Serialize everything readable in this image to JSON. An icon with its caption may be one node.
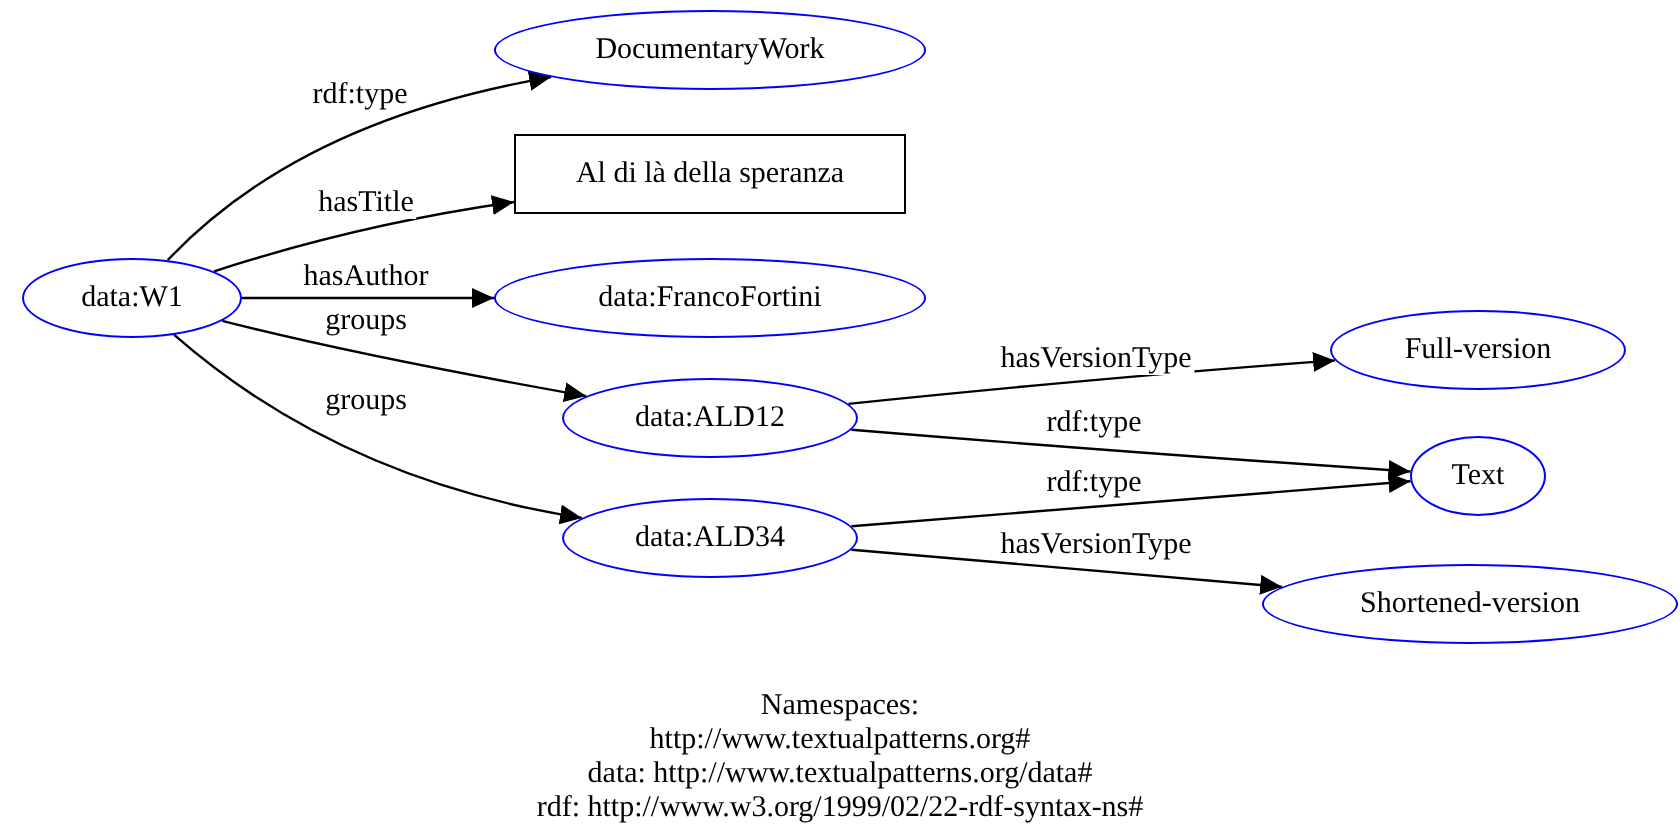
{
  "diagram": {
    "nodes": [
      {
        "text": [
          "data:W1"
        ]
      },
      {
        "text": [
          "DocumentaryWork"
        ]
      },
      {
        "text": [
          "Al di là della speranza"
        ]
      },
      {
        "text": [
          "data:FrancoFortini"
        ]
      },
      {
        "text": [
          "data:ALD12"
        ]
      },
      {
        "text": [
          "data:ALD34"
        ]
      },
      {
        "text": [
          "Full-version"
        ]
      },
      {
        "text": [
          "Text"
        ]
      },
      {
        "text": [
          "Shortened-version"
        ]
      }
    ],
    "edges": [
      {
        "from": 0,
        "to": 1,
        "label": "rdf:type",
        "arrow": "to"
      },
      {
        "from": 0,
        "to": 2,
        "label": "hasTitle",
        "arrow": "to"
      },
      {
        "from": 0,
        "to": 3,
        "label": "hasAuthor",
        "arrow": "to"
      },
      {
        "from": 0,
        "to": 4,
        "label": "groups",
        "arrow": "to"
      },
      {
        "from": 0,
        "to": 5,
        "label": "groups",
        "arrow": "to"
      },
      {
        "from": 4,
        "to": 6,
        "label": "hasVersionType",
        "arrow": "to"
      },
      {
        "from": 4,
        "to": 7,
        "label": "rdf:type",
        "arrow": "to"
      },
      {
        "from": 5,
        "to": 7,
        "label": "rdf:type",
        "arrow": "to"
      },
      {
        "from": 5,
        "to": 8,
        "label": "hasVersionType",
        "arrow": "to"
      }
    ],
    "labels": [
      "Namespaces:",
      "http://www.textualpatterns.org#",
      "data: http://www.textualpatterns.org/data#",
      "rdf: http://www.w3.org/1999/02/22-rdf-syntax-ns#"
    ]
  }
}
